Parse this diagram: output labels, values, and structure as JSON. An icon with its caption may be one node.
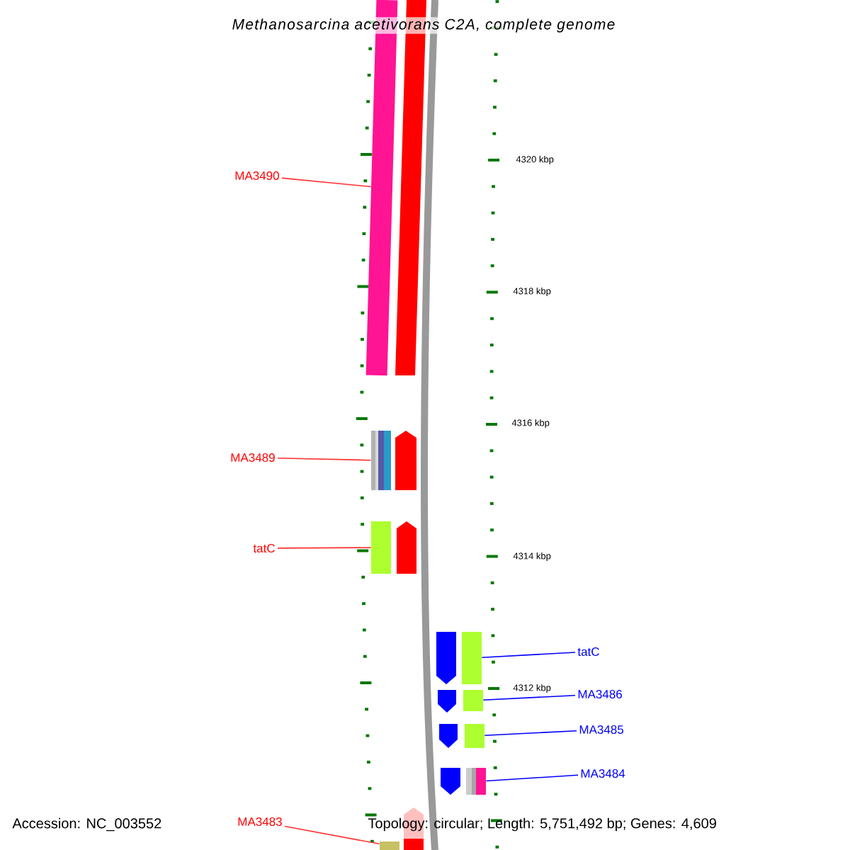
{
  "diagram": {
    "title": "Methanosarcina acetivorans C2A, complete genome",
    "nodes": [
      {
        "text": [
          "MA3490"
        ]
      },
      {
        "text": [],
        "shape": "bar"
      },
      {
        "text": [
          "MA3489"
        ]
      },
      {
        "text": [],
        "shape": "bar"
      },
      {
        "text": [
          "tatC"
        ]
      },
      {
        "text": [],
        "shape": "bar"
      },
      {
        "text": [
          "tatC"
        ]
      },
      {
        "text": [],
        "shape": "bar"
      },
      {
        "text": [
          "MA3486"
        ]
      },
      {
        "text": [],
        "shape": "bar"
      },
      {
        "text": [
          "MA3485"
        ]
      },
      {
        "text": [],
        "shape": "bar"
      },
      {
        "text": [
          "MA3484"
        ]
      },
      {
        "text": [],
        "shape": "bar"
      },
      {
        "text": [
          "MA3483"
        ]
      },
      {
        "text": [],
        "shape": "bar"
      }
    ],
    "edges": [
      {
        "from": 0,
        "to": 1,
        "arrow": "none"
      },
      {
        "from": 2,
        "to": 3,
        "arrow": "none"
      },
      {
        "from": 4,
        "to": 5,
        "arrow": "none"
      },
      {
        "from": 6,
        "to": 7,
        "arrow": "none",
        "color": "#0000ff"
      },
      {
        "from": 8,
        "to": 9,
        "arrow": "none",
        "color": "#0000ff"
      },
      {
        "from": 10,
        "to": 11,
        "arrow": "none",
        "color": "#0000ff"
      },
      {
        "from": 12,
        "to": 13,
        "arrow": "none",
        "color": "#0000ff"
      },
      {
        "from": 14,
        "to": 15,
        "arrow": "none"
      }
    ],
    "labels": [
      "4320 kbp",
      "4318 kbp",
      "4316 kbp",
      "4314 kbp",
      "4312 kbp",
      "Accession: NC_003552",
      "Topology: circular; Length: 5,751,492 bp; Genes: 4,609"
    ]
  }
}
